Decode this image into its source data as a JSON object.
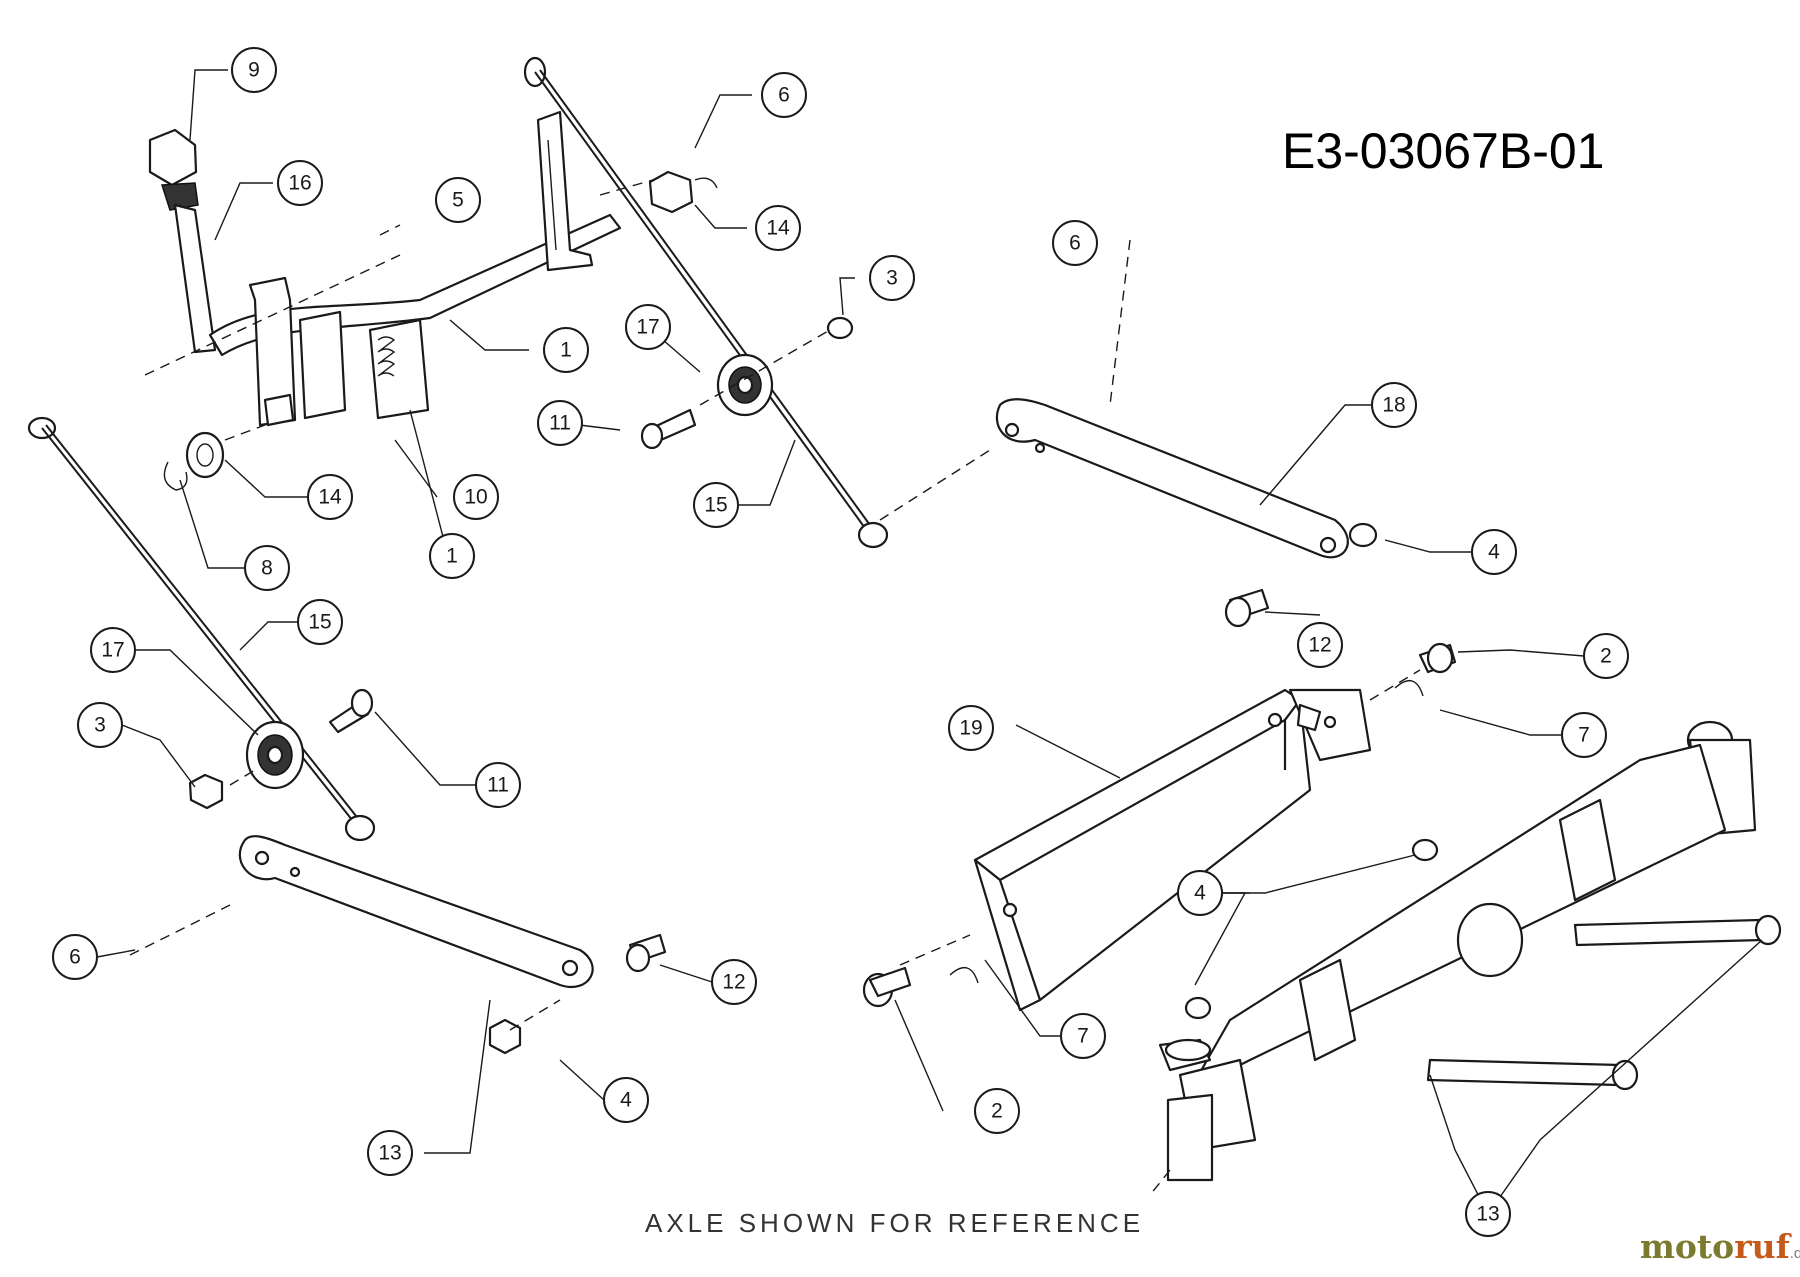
{
  "diagram": {
    "drawing_code": "E3-03067B-01",
    "note": "AXLE SHOWN FOR REFERENCE",
    "watermark": {
      "brand_a": "moto",
      "brand_b": "ruf",
      "suffix": ".de"
    },
    "callouts": [
      "9",
      "16",
      "5",
      "1",
      "6",
      "14",
      "3",
      "17",
      "11",
      "15",
      "14",
      "10",
      "8",
      "1",
      "6",
      "18",
      "4",
      "12",
      "2",
      "7",
      "15",
      "17",
      "3",
      "11",
      "19",
      "4",
      "6",
      "12",
      "4",
      "13",
      "7",
      "2",
      "13"
    ]
  }
}
